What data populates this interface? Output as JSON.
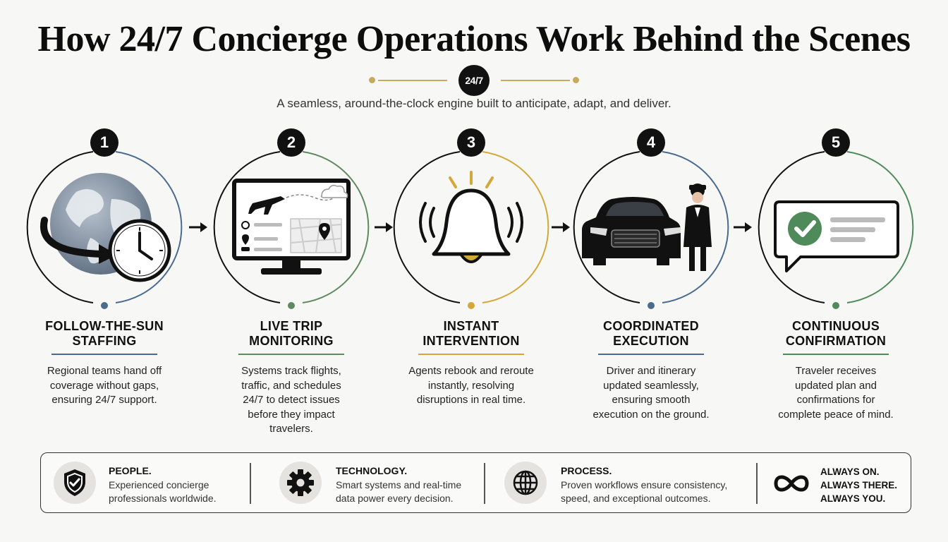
{
  "title": "How 24/7 Concierge Operations Work Behind the Scenes",
  "badge": "24/7",
  "subtitle": "A seamless, around-the-clock engine built to anticipate, adapt, and deliver.",
  "colors": {
    "gold": "#c9a95d",
    "navy": "#4a6a8f",
    "green": "#4f8a5a",
    "dark": "#111111"
  },
  "steps": [
    {
      "num": "1",
      "title_line1": "FOLLOW-THE-SUN",
      "title_line2": "STAFFING",
      "desc_lines": [
        "Regional teams hand off",
        "coverage without gaps,",
        "ensuring 24/7 support."
      ],
      "accent": "#4a6a8f",
      "icon": "globe-clock-icon"
    },
    {
      "num": "2",
      "title_line1": "LIVE TRIP",
      "title_line2": "MONITORING",
      "desc_lines": [
        "Systems track flights,",
        "traffic, and schedules",
        "24/7 to detect issues",
        "before they impact",
        "travelers."
      ],
      "accent": "#5f8a5f",
      "icon": "monitor-map-icon"
    },
    {
      "num": "3",
      "title_line1": "INSTANT",
      "title_line2": "INTERVENTION",
      "desc_lines": [
        "Agents rebook and reroute",
        "instantly, resolving",
        "disruptions in real time."
      ],
      "accent": "#d4a838",
      "icon": "alert-bell-icon"
    },
    {
      "num": "4",
      "title_line1": "COORDINATED",
      "title_line2": "EXECUTION",
      "desc_lines": [
        "Driver and itinerary",
        "updated seamlessly,",
        "ensuring smooth",
        "execution on the ground."
      ],
      "accent": "#4a6a8f",
      "icon": "car-chauffeur-icon"
    },
    {
      "num": "5",
      "title_line1": "CONTINUOUS",
      "title_line2": "CONFIRMATION",
      "desc_lines": [
        "Traveler receives",
        "updated plan and",
        "confirmations for",
        "complete peace of mind."
      ],
      "accent": "#4f8a5a",
      "icon": "confirmation-message-icon"
    }
  ],
  "pillars": [
    {
      "title": "PEOPLE.",
      "text_lines": [
        "Experienced concierge",
        "professionals worldwide."
      ],
      "icon": "shield-check-icon"
    },
    {
      "title": "TECHNOLOGY.",
      "text_lines": [
        "Smart systems and real-time",
        "data power every decision."
      ],
      "icon": "gear-icon"
    },
    {
      "title": "PROCESS.",
      "text_lines": [
        "Proven workflows ensure consistency,",
        "speed, and exceptional outcomes."
      ],
      "icon": "globe-icon"
    }
  ],
  "always": [
    "ALWAYS ON.",
    "ALWAYS THERE.",
    "ALWAYS YOU."
  ]
}
